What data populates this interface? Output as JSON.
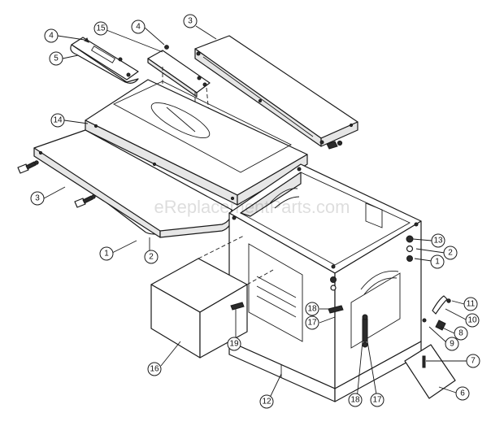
{
  "watermark": "eReplacementParts.com",
  "callouts": [
    {
      "id": "c-4a",
      "label": "4"
    },
    {
      "id": "c-15",
      "label": "15"
    },
    {
      "id": "c-4b",
      "label": "4"
    },
    {
      "id": "c-3a",
      "label": "3"
    },
    {
      "id": "c-5",
      "label": "5"
    },
    {
      "id": "c-14",
      "label": "14"
    },
    {
      "id": "c-3b",
      "label": "3"
    },
    {
      "id": "c-1a",
      "label": "1"
    },
    {
      "id": "c-2a",
      "label": "2"
    },
    {
      "id": "c-13",
      "label": "13"
    },
    {
      "id": "c-2b",
      "label": "2"
    },
    {
      "id": "c-1b",
      "label": "1"
    },
    {
      "id": "c-11",
      "label": "11"
    },
    {
      "id": "c-10",
      "label": "10"
    },
    {
      "id": "c-8",
      "label": "8"
    },
    {
      "id": "c-9",
      "label": "9"
    },
    {
      "id": "c-7",
      "label": "7"
    },
    {
      "id": "c-6",
      "label": "6"
    },
    {
      "id": "c-18a",
      "label": "18"
    },
    {
      "id": "c-17a",
      "label": "17"
    },
    {
      "id": "c-19",
      "label": "19"
    },
    {
      "id": "c-16",
      "label": "16"
    },
    {
      "id": "c-12",
      "label": "12"
    },
    {
      "id": "c-18b",
      "label": "18"
    },
    {
      "id": "c-17b",
      "label": "17"
    }
  ]
}
